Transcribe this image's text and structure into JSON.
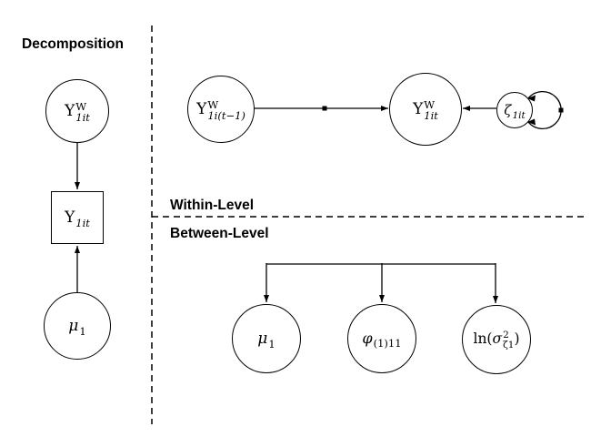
{
  "title": "Decomposition",
  "sections": {
    "within_label": "Within-Level",
    "between_label": "Between-Level"
  },
  "nodes": {
    "decomp_within_y": {
      "base": "Y",
      "sup": "W",
      "sub": "1it"
    },
    "decomp_observed_y": {
      "base": "Y",
      "sub": "1it"
    },
    "decomp_mean": {
      "base": "μ",
      "sub": "1"
    },
    "within_y_lag": {
      "base": "Y",
      "sup": "W",
      "sub": "1i(t−1)"
    },
    "within_y": {
      "base": "Y",
      "sup": "W",
      "sub": "1it"
    },
    "within_residual": {
      "base": "ζ",
      "sub": "1it"
    },
    "between_mean": {
      "base": "μ",
      "sub": "1"
    },
    "between_ar": {
      "base": "φ",
      "sub": "(1)11"
    },
    "between_logvar": {
      "prefix": "ln(",
      "base": "σ",
      "sup": "2",
      "sub": "ζ1",
      "suffix": ")"
    }
  },
  "colors": {
    "line": "#000000",
    "background": "#ffffff",
    "text": "#000000"
  }
}
